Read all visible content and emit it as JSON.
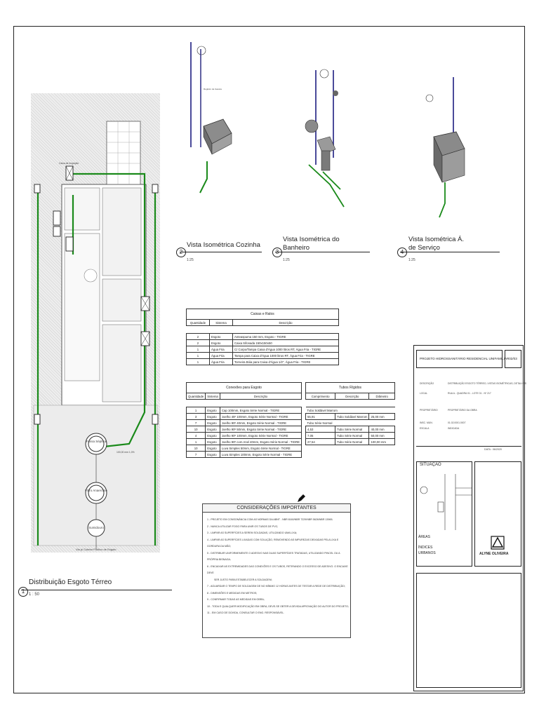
{
  "views": {
    "v1": {
      "num": "1",
      "title": "Distribuição Esgoto Térreo",
      "scale": "1 : 50"
    },
    "v2": {
      "num": "2",
      "title": "Vista Isométrica Cozinha",
      "scale": "1:25"
    },
    "v3": {
      "num": "3",
      "title": "Vista Isométrica do Banheiro",
      "scale": "1:25"
    },
    "v4": {
      "num": "4",
      "title": "Vista Isométrica Á. de Serviço",
      "scale": "1:25"
    }
  },
  "plan_labels": {
    "fossa": "Fossa Séptica",
    "filtro": "Filtro Anaeróbio",
    "sumidouro": "Sumidouro",
    "rede": "Via p/ Coletor Público de Esgoto",
    "pipe1": "100,00 mm 1,0%",
    "caixa": "Caixa de Inspeção"
  },
  "caixas": {
    "caption": "Caixas e Ralos",
    "headers": [
      "Quantidade",
      "Sistema",
      "Descrição"
    ],
    "rows": [
      [
        "2",
        "Esgoto",
        "Anteaspuma 150 mm, Esgoto - TIGRE"
      ],
      [
        "2",
        "Esgoto",
        "Caixa Sifonada 150x150x50"
      ],
      [
        "1",
        "Água Fria",
        "C/ Corpo/Tampa Caixa d'Água 1000 litros RT, Água Fria - TIGRE"
      ],
      [
        "1",
        "Água Fria",
        "Tampa para Caixa d'Água 1000 litros RT, Água Fria - TIGRE"
      ],
      [
        "1",
        "Água Fria",
        "Torneira Bóia para Caixa d'Água 1/2\", Água Fria - TIGRE"
      ]
    ]
  },
  "conexoes": {
    "caption": "Conexões para Esgoto",
    "headers": [
      "Quantidade",
      "Sistema",
      "Descrição"
    ],
    "rows": [
      [
        "1",
        "Esgoto",
        "Cap 100mm, Esgoto Série Normal - TIGRE"
      ],
      [
        "3",
        "Esgoto",
        "Joelho 45º 100mm, Esgoto Série Normal - TIGRE"
      ],
      [
        "7",
        "Esgoto",
        "Joelho 90º 40mm, Esgoto Série Normal - TIGRE"
      ],
      [
        "10",
        "Esgoto",
        "Joelho 90º 50mm, Esgoto Série Normal - TIGRE"
      ],
      [
        "4",
        "Esgoto",
        "Joelho 90º 100mm, Esgoto Série Normal - TIGRE"
      ],
      [
        "1",
        "Esgoto",
        "Joelho 90º com Anel 40mm, Esgoto Série Normal - TIGRE"
      ],
      [
        "10",
        "Esgoto",
        "Luva Simples 50mm, Esgoto Série Normal - TIGRE"
      ],
      [
        "7",
        "Esgoto",
        "Luva Simples 100mm, Esgoto Série Normal - TIGRE"
      ]
    ]
  },
  "tubos": {
    "caption": "Tubos Rígidos",
    "headers": [
      "Comprimento",
      "Descrição",
      "Diâmetro"
    ],
    "groups": [
      {
        "label": "Tubo Soldável Marrom",
        "rows": [
          [
            "55,91",
            "Tubo Soldável Marrom",
            "25,00 mm"
          ]
        ]
      },
      {
        "label": "Tubo Série Normal",
        "rows": [
          [
            "4,53",
            "Tubo Série Normal",
            "40,00 mm"
          ],
          [
            "7,05",
            "Tubo Série Normal",
            "50,00 mm"
          ],
          [
            "27,54",
            "Tubo Série Normal",
            "100,00 mm"
          ]
        ]
      }
    ]
  },
  "notes": {
    "title": "CONSIDERAÇÕES IMPORTANTES",
    "items": [
      "1 - PROJETO EM CONSONÂNCIA COM AS NORMAS DA ABNT - NBR 8160/NBR 7229/NBR 5626/NBR 13969;",
      "2 - NUNCA UTILIZAR FOGO PARA UNIR OS TUBOS DE PVC;",
      "3 - LIMPAR AS SUPERFÍCIES A SEREM SOLDADAS, UTILIZANDO UMA LIXA;",
      "4 - LIMPAR AS SUPERFÍCIES LIXADAS COM SOLUÇÃO, REMOVENDO AS IMPUREZAS DEIXADAS PELA LIXA E GORDURA DA MÃO;",
      "5 - DISTRIBUIR UNIFORMEMENTE O ADESIVO NAS DUAS SUPERFÍCIES TRATADAS, UTILIZANDO PINCEL OU A PRÓPRIA BISNAGA;",
      "6 - ENCAIXAR AS EXTREMIDADES DAS CONEXÕES E OS TUBOS, RETIRANDO O EXCESSO DE ADESIVO. O ENCAIXE DEVE",
      "SER JUSTO PARA ESTABELECER A SOLDAGEM;",
      "7 - AGUARDAR O TEMPO DE SOLDAGEM DE NO MÍNIMO 12 HORAS ANTES DE TESTAR A REDE DE DISTRIBUIÇÃO;",
      "8 - DIMENSÕES E MEDIDAS EM METROS;",
      "9 - CONFIRMAR TODAS AS MEDIDAS EM OBRA;",
      "10 - TODA E QUALQUER MODIFICAÇÃO EM OBRA, DEVE-SE OBTER A DEVIDA APROVAÇÃO DO AUTOR DO PROJETO;",
      "11 - EM CASO DE DÚVIDA, CONSULTAR O ENG. RESPONSÁVEL."
    ]
  },
  "titleblock": {
    "project": "PROJETO HIDROSSANITÁRIO RESIDENCIAL UNIFAMILIAR",
    "sheet": "02/03",
    "rows": [
      [
        "DESCRIÇÃO",
        "DISTRIBUIÇÃO ESGOTO TÉRREO, VISTAS ISOMÉTRICAS, DETALHES"
      ],
      [
        "LOCAL",
        "RUA A - QUADRA 01 - LOTE 01 - Nº 217"
      ],
      [
        "PROPRIETÁRIO",
        "PROPRIETÁRIO DA OBRA"
      ],
      [
        "INSC. MUN.",
        "01.02.0001.0007"
      ],
      [
        "ESCALA",
        "INDICADA"
      ]
    ],
    "date": "DATA : 06/2020",
    "situacao": "SITUAÇÃO",
    "areas": "ÁREAS",
    "indices": "ÍNDICES URBANOS",
    "logo": "ALYNE OLIVEIRA"
  },
  "colors": {
    "pipe": "#1a8a1a",
    "line": "#222222",
    "accent": "#3a3a8a"
  }
}
